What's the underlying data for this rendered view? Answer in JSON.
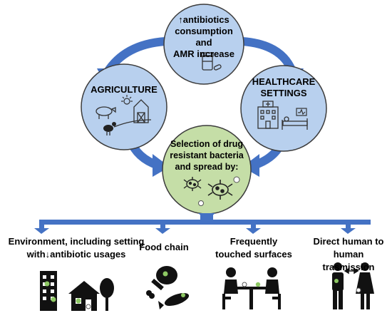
{
  "nodes": {
    "top": {
      "line1": "↑antibiotics",
      "line2": "consumption and",
      "line3": "AMR increase",
      "fill": "#b8d0ee",
      "icon": "pill-bottle-icon"
    },
    "left": {
      "label": "AGRICULTURE",
      "fill": "#b8d0ee",
      "icons": [
        "pig-icon",
        "sun-icon",
        "barn-icon",
        "hen-icon"
      ]
    },
    "right": {
      "line1": "HEALTHCARE",
      "line2": "SETTINGS",
      "fill": "#b8d0ee",
      "icons": [
        "hospital-icon",
        "monitor-icon",
        "hospital-bed-icon"
      ]
    },
    "bottom": {
      "line1": "Selection of drug",
      "line2": "resistant bacteria",
      "line3": "and spread by:",
      "fill": "#c5dea7",
      "icons": [
        "bacteria-icon",
        "bacteria-icon"
      ]
    }
  },
  "routes": [
    {
      "line1": "Environment, including setting",
      "line2": "with↓antibiotic usages",
      "icons": [
        "building-icon",
        "house-icon",
        "tree-icon"
      ]
    },
    {
      "line1": "Food chain",
      "line2": "",
      "icons": [
        "chicken-leg-icon",
        "fish-icon"
      ]
    },
    {
      "line1": "Frequently",
      "line2": "touched surfaces",
      "icons": [
        "people-at-table-icon"
      ]
    },
    {
      "line1": "Direct human to",
      "line2": "human trasmission",
      "icons": [
        "man-icon",
        "two-way-arrow-icon",
        "woman-icon"
      ]
    }
  ],
  "colors": {
    "arrow_blue": "#4472c4",
    "circle_stroke": "#3c3c3c",
    "green_dot": "#8dc863"
  }
}
